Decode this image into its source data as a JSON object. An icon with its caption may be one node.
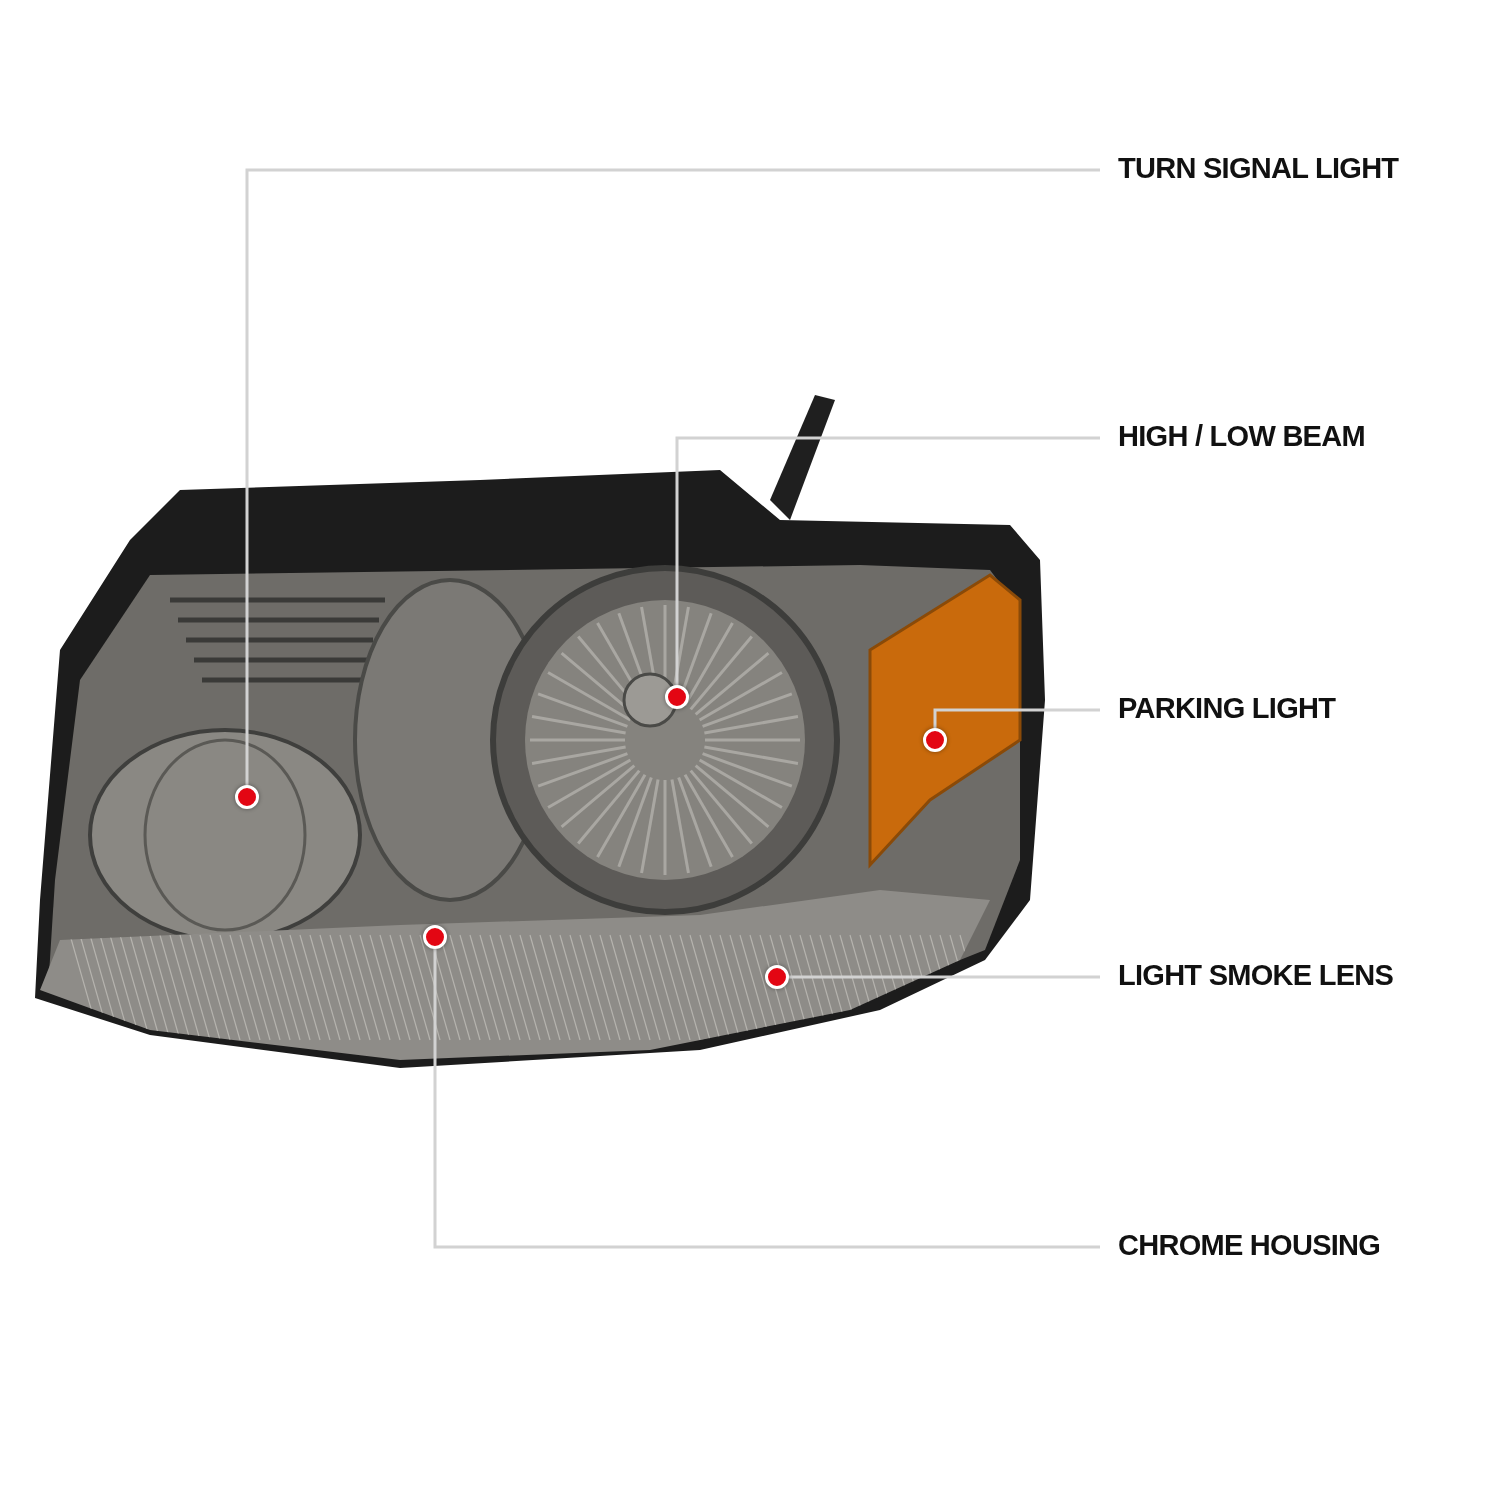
{
  "diagram": {
    "nodes": [
      {
        "text": [],
        "shape": "picture"
      },
      {
        "text": [
          "TURN SIGNAL LIGHT"
        ]
      },
      {
        "text": [
          "HIGH / LOW BEAM"
        ]
      },
      {
        "text": [
          "PARKING LIGHT"
        ]
      },
      {
        "text": [
          "LIGHT SMOKE LENS"
        ]
      },
      {
        "text": [
          "CHROME HOUSING"
        ]
      },
      {
        "text": [],
        "shape": "circle",
        "in": 0
      },
      {
        "text": [],
        "shape": "circle",
        "in": 0
      },
      {
        "text": [],
        "shape": "circle",
        "in": 0
      },
      {
        "text": [],
        "shape": "circle",
        "in": 0
      },
      {
        "text": [],
        "shape": "circle",
        "in": 0
      }
    ],
    "edges": [
      {
        "from": 1,
        "to": 6,
        "arrow": "none"
      },
      {
        "from": 2,
        "to": 7,
        "arrow": "none"
      },
      {
        "from": 3,
        "to": 8,
        "arrow": "none"
      },
      {
        "from": 4,
        "to": 9,
        "arrow": "none"
      },
      {
        "from": 5,
        "to": 10,
        "arrow": "none"
      }
    ]
  }
}
